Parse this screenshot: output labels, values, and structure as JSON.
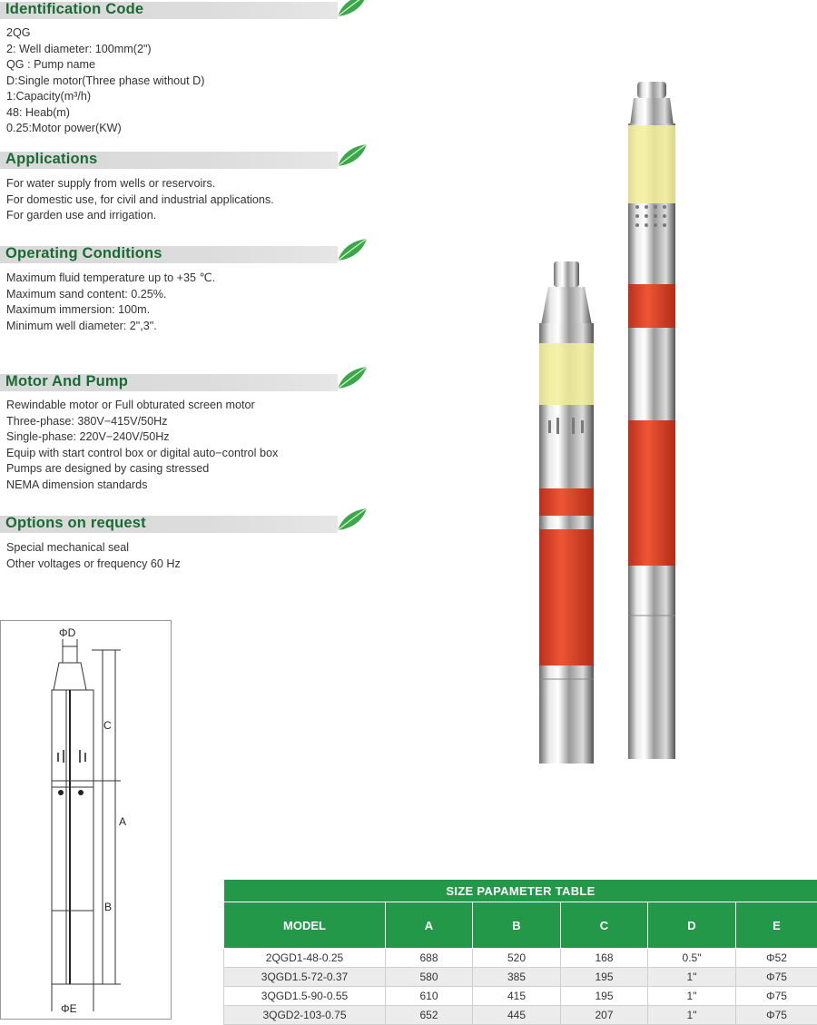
{
  "sections": [
    {
      "title": "Identification Code",
      "lines": [
        "2QG",
        "2: Well diameter: 100mm(2\")",
        "QG : Pump name",
        "D:Single motor(Three phase without D)",
        "1:Capacity(m³/h)",
        "48:  Heab(m)",
        "0.25:Motor power(KW)"
      ]
    },
    {
      "title": "Applications",
      "lines": [
        "For water supply from wells or reservoirs.",
        "For domestic use, for civil and industrial applications.",
        "For garden use and irrigation."
      ]
    },
    {
      "title": "Operating Conditions",
      "lines": [
        "Maximum fluid temperature up to +35 ℃.",
        "Maximum sand content: 0.25%.",
        "Maximum immersion: 100m.",
        "Minimum well diameter: 2\",3\"."
      ]
    },
    {
      "title": "Motor And Pump",
      "lines": [
        "Rewindable motor or Full obturated screen motor",
        "Three-phase: 380V−415V/50Hz",
        "Single-phase: 220V−240V/50Hz",
        "Equip with start control box or digital auto−control box",
        "Pumps are designed by casing stressed",
        "NEMA dimension standards"
      ]
    },
    {
      "title": "Options on request",
      "lines": [
        "Special mechanical seal",
        "Other voltages or frequency 60 Hz"
      ]
    }
  ],
  "diagram": {
    "labels": {
      "d": "ΦD",
      "c": "C",
      "a": "A",
      "b": "B",
      "e": "ΦE"
    }
  },
  "table": {
    "caption": "SIZE PAPAMETER TABLE",
    "headers": [
      "MODEL",
      "A",
      "B",
      "C",
      "D",
      "E"
    ],
    "rows": [
      [
        "2QGD1-48-0.25",
        "688",
        "520",
        "168",
        "0.5\"",
        "Φ52"
      ],
      [
        "3QGD1.5-72-0.37",
        "580",
        "385",
        "195",
        "1\"",
        "Φ75"
      ],
      [
        "3QGD1.5-90-0.55",
        "610",
        "415",
        "195",
        "1\"",
        "Φ75"
      ],
      [
        "3QGD2-103-0.75",
        "652",
        "445",
        "207",
        "1\"",
        "Φ75"
      ]
    ]
  },
  "colors": {
    "brand_green": "#239848",
    "heading_green": "#1a6b33",
    "label_red": "#e8472a"
  }
}
